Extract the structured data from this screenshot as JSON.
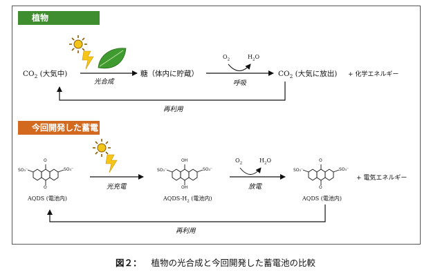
{
  "sections": {
    "plants_label": "植物",
    "battery_label": "今回開発した蓄電池"
  },
  "plant_cycle": {
    "co2_in_base": "CO",
    "co2_in_sub": "2",
    "co2_in_suffix": " (大気中)",
    "step1_label": "光合成",
    "sugar": "糖（体内に貯蔵）",
    "o2_base": "O",
    "o2_sub": "2",
    "h2o_base": "H",
    "h2o_sub": "2",
    "h2o_suffix": "O",
    "step2_label": "呼吸",
    "co2_out_base": "CO",
    "co2_out_sub": "2",
    "co2_out_suffix": " (大気に放出)",
    "energy": "+ 化学エネルギー",
    "reuse": "再利用"
  },
  "battery_cycle": {
    "aqds_left": "AQDS (電池内)",
    "step1_label": "光充電",
    "aqds_h2_base": "AQDS-H",
    "aqds_h2_sub": "2",
    "aqds_h2_suffix": " (電池内)",
    "o2_base": "O",
    "o2_sub": "2",
    "h2o_base": "H",
    "h2o_sub": "2",
    "h2o_suffix": "O",
    "step2_label": "放電",
    "aqds_right": "AQDS (電池内)",
    "energy": "+ 電気エネルギー",
    "reuse": "再利用",
    "so3_label": "SO₃⁻",
    "oh_label": "OH",
    "o_label": "O"
  },
  "caption": {
    "figure_no": "図２：",
    "text": "植物の光合成と今回開発した蓄電池の比較"
  },
  "colors": {
    "plants_label_bg": "#3e8e2f",
    "battery_label_bg": "#d2691e",
    "sun_fill": "#f0c419",
    "sun_stroke": "#8a5a00",
    "bolt_fill": "#f5c518",
    "leaf_fill": "#3f9b2f"
  }
}
